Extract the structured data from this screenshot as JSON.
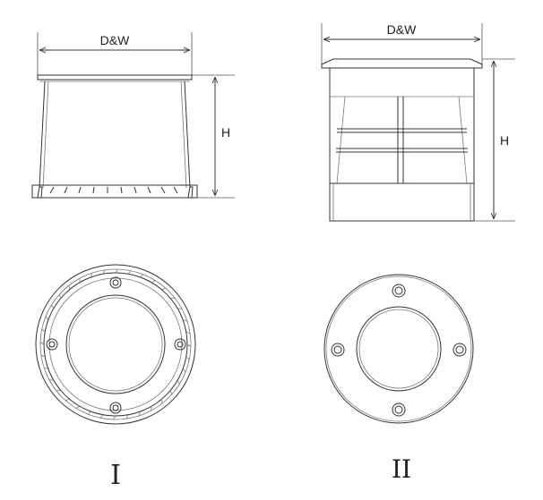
{
  "labels": {
    "dim_width": "D&W",
    "dim_height": "H",
    "variant_1": "I",
    "variant_2": "II"
  }
}
